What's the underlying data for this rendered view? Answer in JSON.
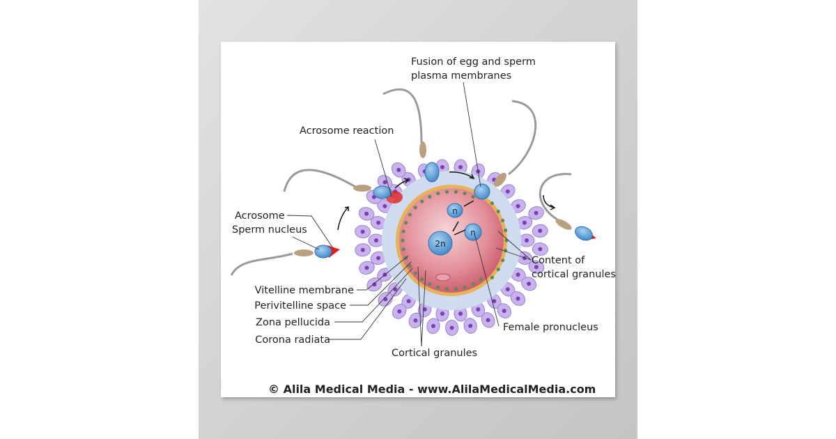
{
  "labels": {
    "fusion_line1": "Fusion of egg and sperm",
    "fusion_line2": "plasma membranes",
    "acrosome_reaction": "Acrosome reaction",
    "acrosome": "Acrosome",
    "sperm_nucleus": "Sperm nucleus",
    "vitelline_membrane": "Vitelline membrane",
    "perivitelline_space": "Perivitelline space",
    "zona_pellucida": "Zona pellucida",
    "corona_radiata": "Corona radiata",
    "content_of": "Content of",
    "cortical_granules_content": "cortical granules",
    "female_pronucleus": "Female pronucleus",
    "cortical_granules": "Cortical granules",
    "nucleus_2n": "2n",
    "nucleus_n_male": "n",
    "nucleus_n_female": "n"
  },
  "footer": "© Alila Medical Media - www.AlilaMedicalMedia.com",
  "colors": {
    "cytoplasm": "#d9707e",
    "zona": "#e8b25a",
    "perivitelline": "#cfdcf0",
    "corona_cell": "#c8b3ec",
    "nucleus": "#4a90d0",
    "acrosome": "#e0201e"
  }
}
